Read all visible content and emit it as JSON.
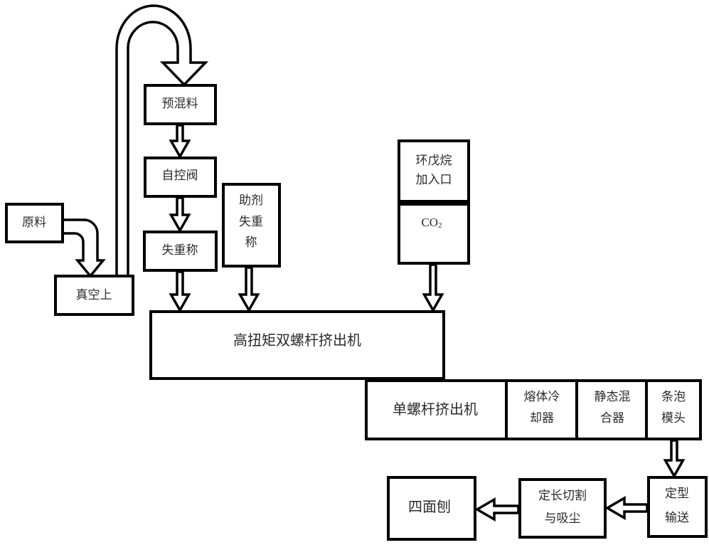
{
  "diagram": {
    "type": "process-flowchart",
    "nodes": {
      "raw_material": {
        "lines": [
          "原料"
        ]
      },
      "vacuum_loader": {
        "lines": [
          "真空上"
        ]
      },
      "premix": {
        "lines": [
          "预混料"
        ]
      },
      "auto_valve": {
        "lines": [
          "自控阀"
        ]
      },
      "loss_weight_scale": {
        "lines": [
          "失重称"
        ]
      },
      "additive_scale": {
        "lines": [
          "助剂",
          "失重",
          "称"
        ]
      },
      "cyclopentane_inlet": {
        "lines": [
          "环戊烷",
          "加入口"
        ]
      },
      "co2": {
        "main": "CO",
        "sub": "2"
      },
      "twin_screw_extruder": {
        "lines": [
          "高扭矩双螺杆挤出机"
        ]
      },
      "single_screw_extruder": {
        "lines": [
          "单螺杆挤出机"
        ]
      },
      "melt_cooler": {
        "lines": [
          "熔体冷",
          "却器"
        ]
      },
      "static_mixer": {
        "lines": [
          "静态混",
          "合器"
        ]
      },
      "strand_die": {
        "lines": [
          "条泡",
          "模头"
        ]
      },
      "shaping_conveyor": {
        "lines": [
          "定型",
          "输送"
        ]
      },
      "cutting_dust": {
        "lines": [
          "定长切割",
          "与吸尘"
        ]
      },
      "four_side_planer": {
        "lines": [
          "四面刨"
        ]
      }
    },
    "edges": [
      {
        "from": "raw_material",
        "to": "vacuum_loader"
      },
      {
        "from": "vacuum_loader",
        "to": "premix"
      },
      {
        "from": "premix",
        "to": "auto_valve"
      },
      {
        "from": "auto_valve",
        "to": "loss_weight_scale"
      },
      {
        "from": "loss_weight_scale",
        "to": "twin_screw_extruder"
      },
      {
        "from": "additive_scale",
        "to": "twin_screw_extruder"
      },
      {
        "from": "co2",
        "to": "twin_screw_extruder"
      },
      {
        "from": "twin_screw_extruder",
        "to": "single_screw_extruder"
      },
      {
        "from": "strand_die",
        "to": "shaping_conveyor"
      },
      {
        "from": "shaping_conveyor",
        "to": "cutting_dust"
      },
      {
        "from": "cutting_dust",
        "to": "four_side_planer"
      }
    ]
  }
}
